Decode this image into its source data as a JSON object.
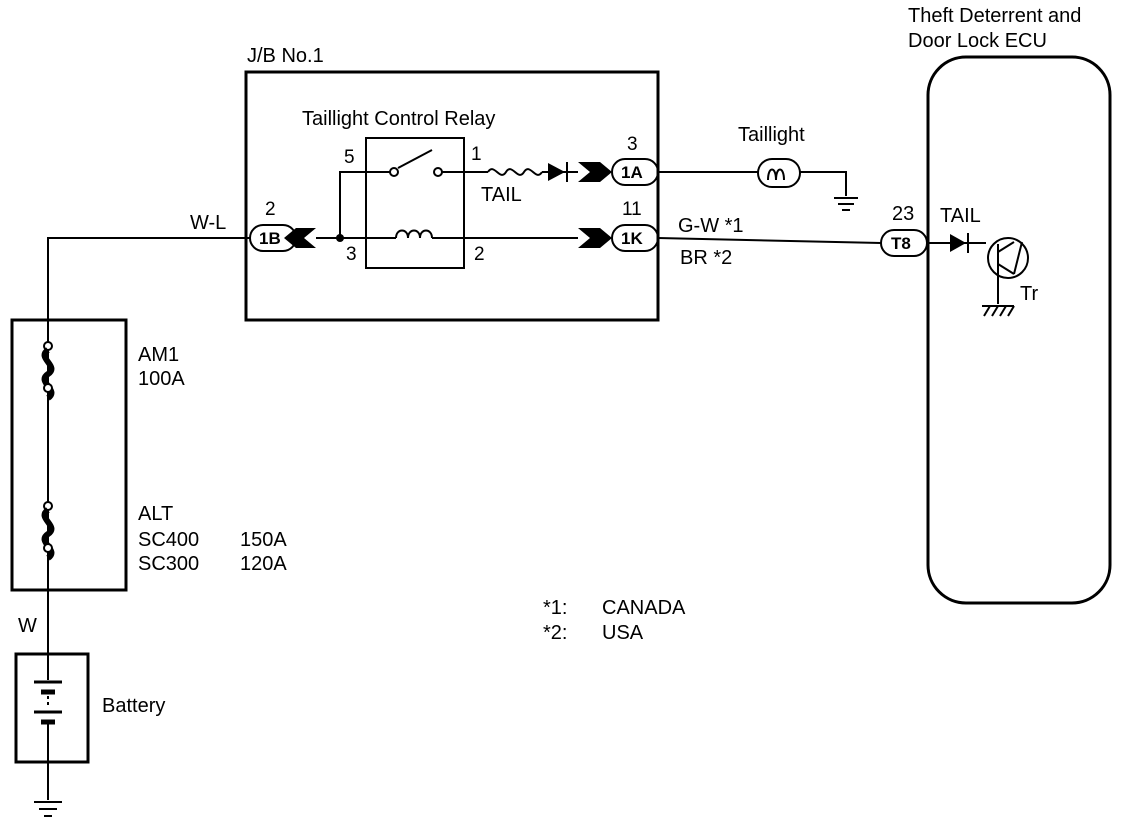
{
  "ecu": {
    "title_line1": "Theft Deterrent and",
    "title_line2": "Door Lock ECU",
    "terminal_num": "23",
    "connector": "T8",
    "label_tail": "TAIL",
    "label_tr": "Tr"
  },
  "junction_block": {
    "title": "J/B No.1"
  },
  "relay": {
    "title": "Taillight Control Relay",
    "pin_5": "5",
    "pin_1": "1",
    "pin_3": "3",
    "pin_2": "2",
    "fuse_label": "TAIL"
  },
  "connectors": {
    "c1B": {
      "name": "1B",
      "pin": "2"
    },
    "c1A": {
      "name": "1A",
      "pin": "3"
    },
    "c1K": {
      "name": "1K",
      "pin": "11"
    }
  },
  "lamp": {
    "label": "Taillight"
  },
  "wires": {
    "wl": "W-L",
    "gw": "G-W *1",
    "br": "BR  *2",
    "w": "W"
  },
  "fuses": {
    "am1_name": "AM1",
    "am1_rating": "100A",
    "alt_name": "ALT",
    "sc400": "SC400",
    "sc400_rating": "150A",
    "sc300": "SC300",
    "sc300_rating": "120A"
  },
  "battery": {
    "label": "Battery"
  },
  "notes": [
    {
      "mark": "*1:",
      "text": "CANADA"
    },
    {
      "mark": "*2:",
      "text": "USA"
    }
  ]
}
